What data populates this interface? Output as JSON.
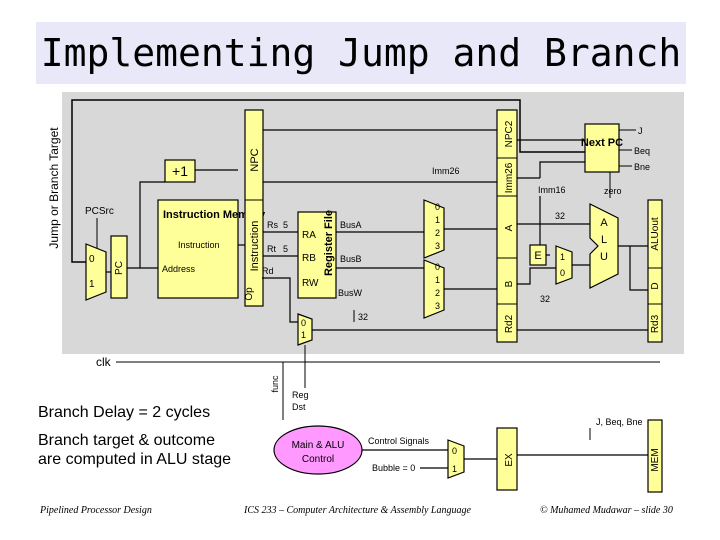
{
  "title": "Implementing Jump and Branch",
  "labels": {
    "jump_target": "Jump or Branch Target",
    "pcsrc": "PCSrc",
    "mux_0": "0",
    "mux_1": "1",
    "pc": "PC",
    "plus1": "+1",
    "imem": "Instruction Memory",
    "instruction": "Instruction",
    "address": "Address",
    "instruction_reg": "Instruction",
    "npc": "NPC",
    "op": "Op",
    "rs": "Rs",
    "rt": "Rt",
    "rd": "Rd",
    "five_a": "5",
    "five_b": "5",
    "ra": "RA",
    "rb": "RB",
    "rw": "RW",
    "regfile": "Register File",
    "busa": "BusA",
    "busb": "BusB",
    "busw": "BusW",
    "imm26": "Imm26",
    "imm26_reg": "Imm26",
    "npc2": "NPC2",
    "a_reg": "A",
    "b_reg": "B",
    "d_reg": "D",
    "rd2": "Rd2",
    "rd3": "Rd3",
    "imm16": "Imm16",
    "e": "E",
    "next_pc": "Next PC",
    "j": "J",
    "beq": "Beq",
    "bne": "Bne",
    "zero": "zero",
    "alu": "A L U",
    "aluout": "ALUout",
    "thirtytwo_a": "32",
    "thirtytwo_b": "32",
    "thirtytwo_c": "32",
    "mux4_0": "0",
    "mux4_1": "1",
    "mux4_2": "2",
    "mux4_3": "3",
    "muxb_0": "0",
    "muxb_1": "1",
    "muxb_2": "2",
    "muxb_3": "3",
    "alumux_0": "0",
    "alumux_1": "1",
    "rdmux_0": "0",
    "rdmux_1": "1",
    "clk": "clk",
    "func": "func",
    "regdst": "Reg Dst",
    "main_alu_control": "Main & ALU Control",
    "control_signals": "Control Signals",
    "bubble": "Bubble = 0",
    "ctrlmux_0": "0",
    "ctrlmux_1": "1",
    "ex": "EX",
    "mem": "MEM",
    "j_beq_bne": "J, Beq, Bne"
  },
  "notes": {
    "line1": "Branch Delay = 2 cycles",
    "line2": "Branch target & outcome",
    "line3": "are computed in ALU stage"
  },
  "footer": {
    "left": "Pipelined Processor Design",
    "center": "ICS 233 – Computer Architecture & Assembly Language",
    "right": "© Muhamed Mudawar – slide 30"
  },
  "colors": {
    "title_band": "#e8e8f8",
    "block_fill": "#ffff99",
    "pipe_fill": "#ffff99",
    "control_fill": "#ff99ff",
    "band_fill": "#d8d8d8"
  }
}
